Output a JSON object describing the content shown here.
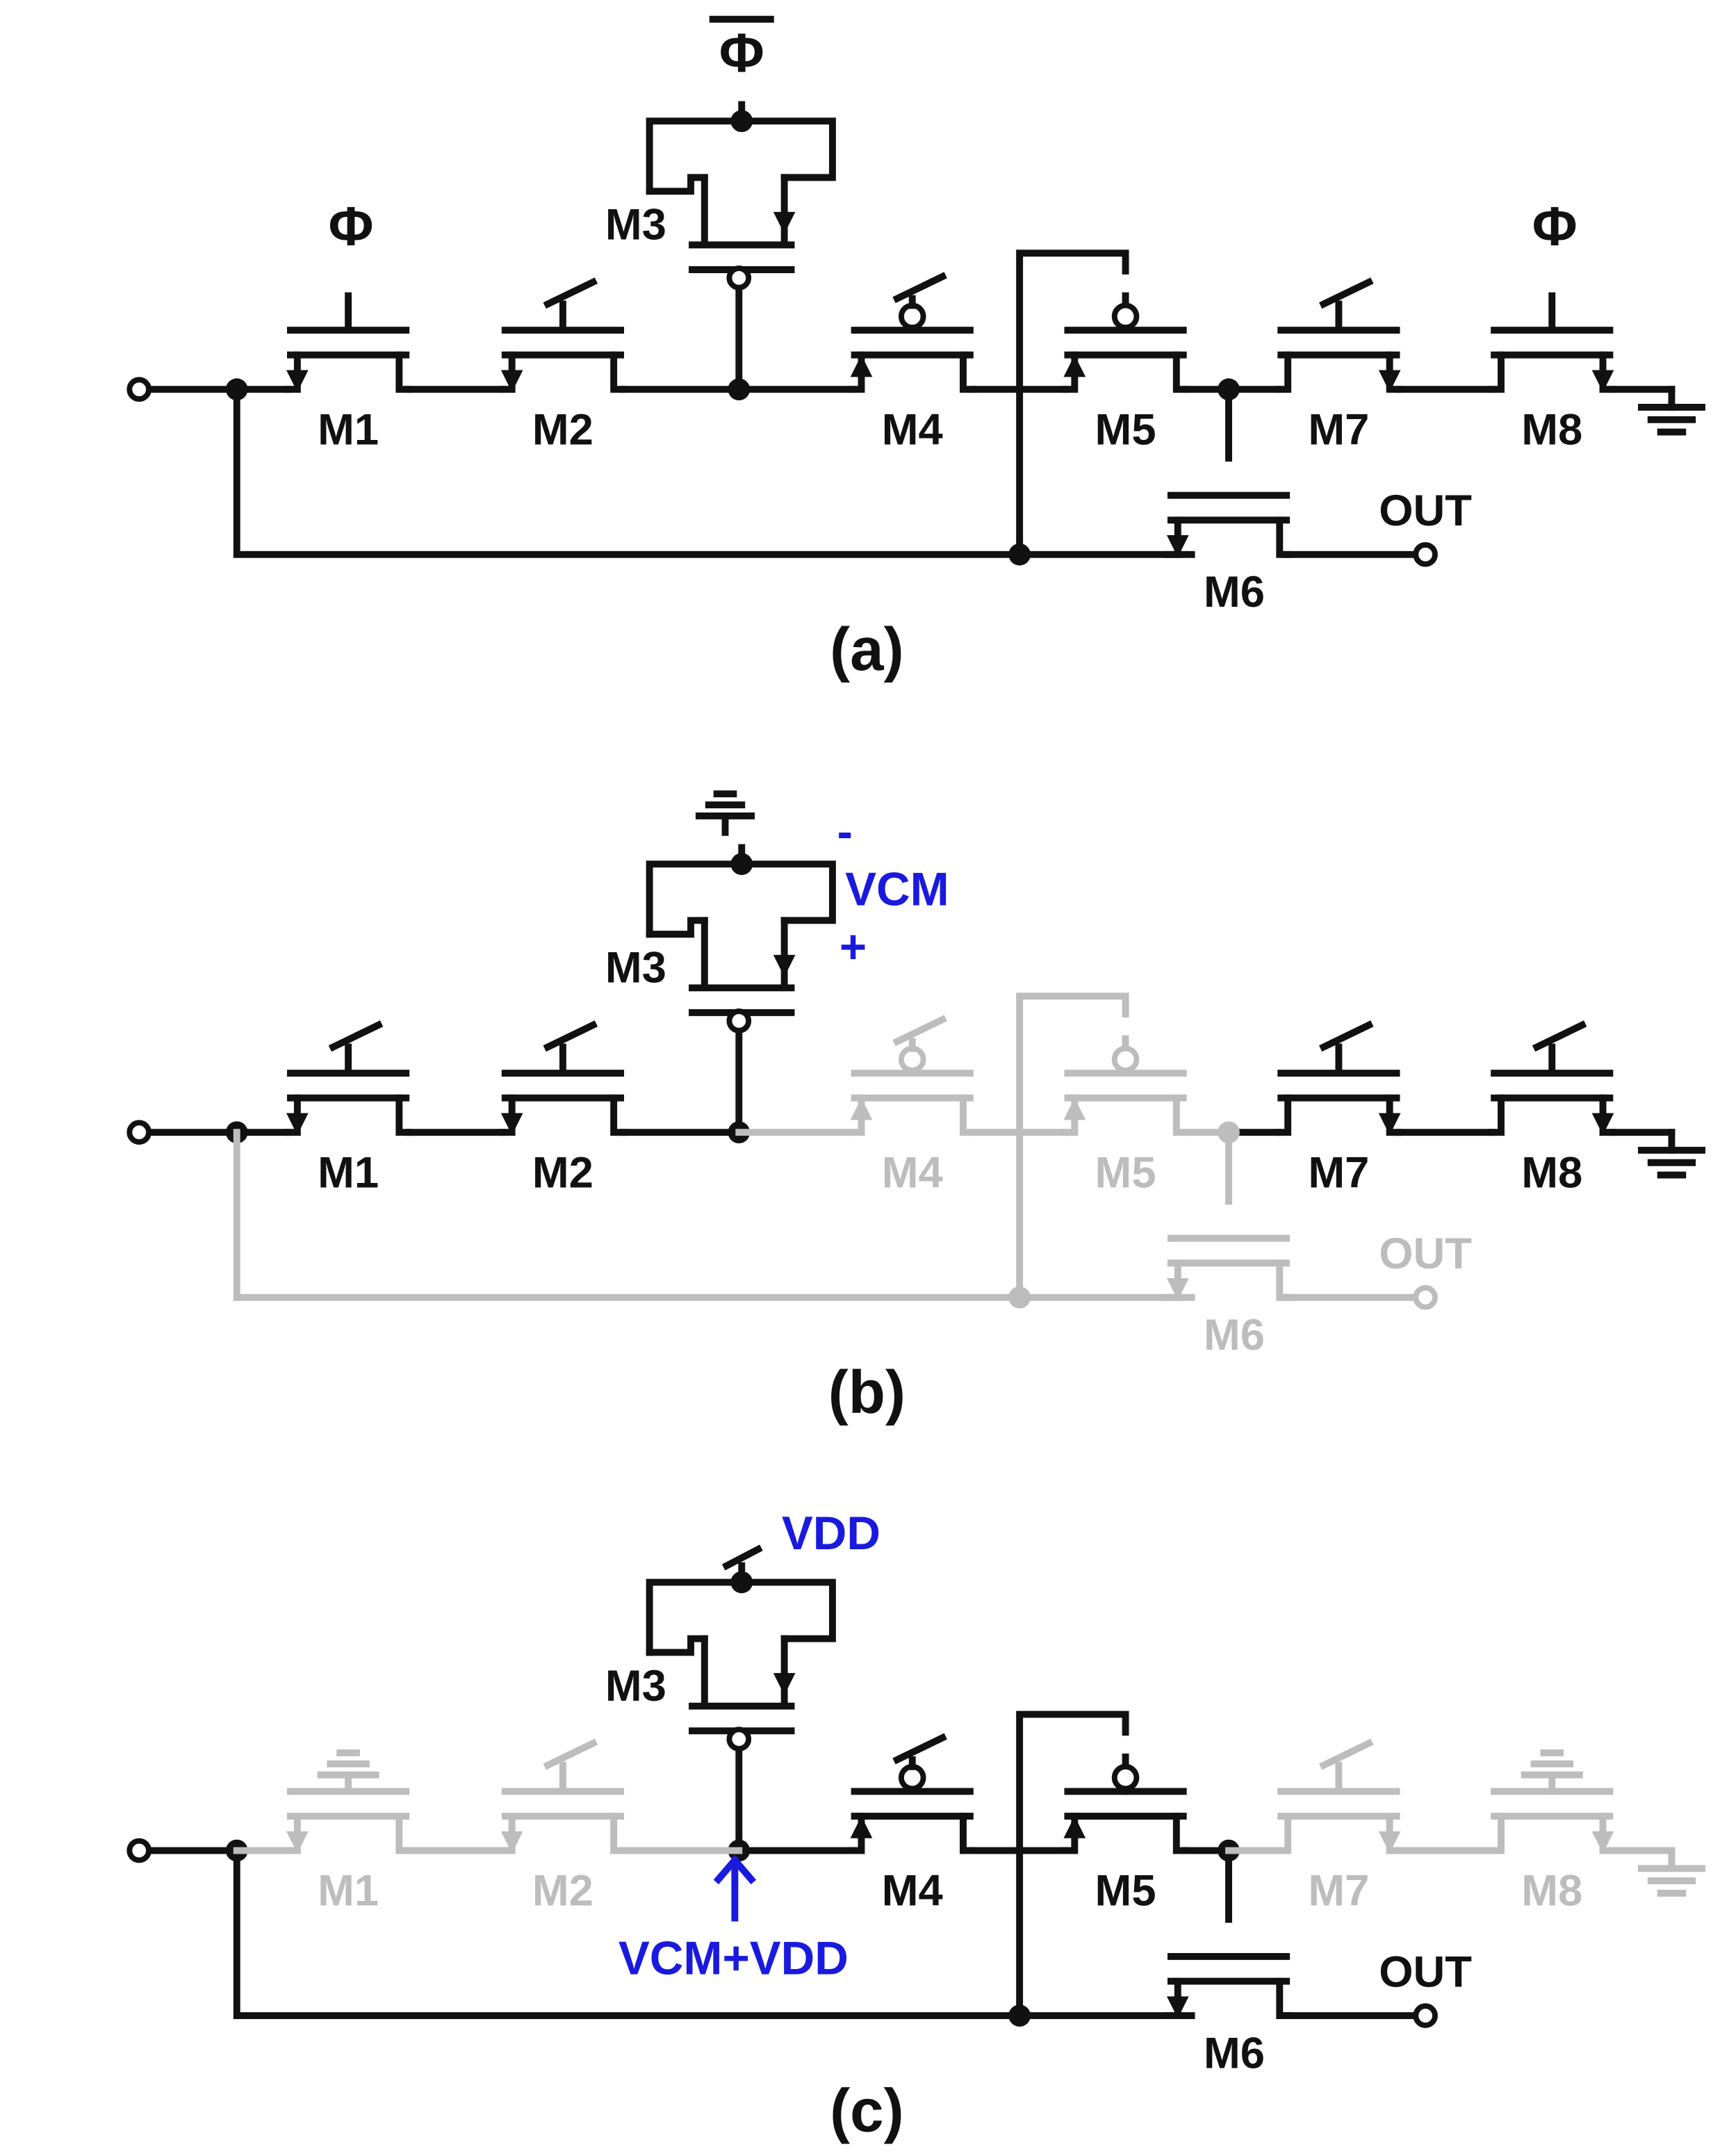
{
  "colors": {
    "active": "#111111",
    "inactive": "#bdbdbd",
    "annotation": "#1a1adf",
    "background": "#ffffff"
  },
  "labels": {
    "phi": "Φ",
    "phi_bar": "Φ",
    "vcm": "VCM",
    "out": "OUT",
    "m1": "M1",
    "m2": "M2",
    "m3": "M3",
    "m4": "M4",
    "m5": "M5",
    "m6": "M6",
    "m7": "M7",
    "m8": "M8"
  },
  "panels": [
    {
      "id": "a",
      "caption": "(a)",
      "annotations": [],
      "inactive": []
    },
    {
      "id": "b",
      "caption": "(b)",
      "annotations": [
        {
          "key": "minus",
          "text": "-"
        },
        {
          "key": "vcm",
          "text": "VCM"
        },
        {
          "key": "plus",
          "text": "+"
        }
      ],
      "inactive": [
        "M4",
        "M5",
        "M6"
      ]
    },
    {
      "id": "c",
      "caption": "(c)",
      "annotations": [
        {
          "key": "vdd",
          "text": "VDD"
        },
        {
          "key": "vcm_vdd",
          "text": "VCM+VDD"
        }
      ],
      "inactive": [
        "M1",
        "M2",
        "M7",
        "M8"
      ]
    }
  ]
}
